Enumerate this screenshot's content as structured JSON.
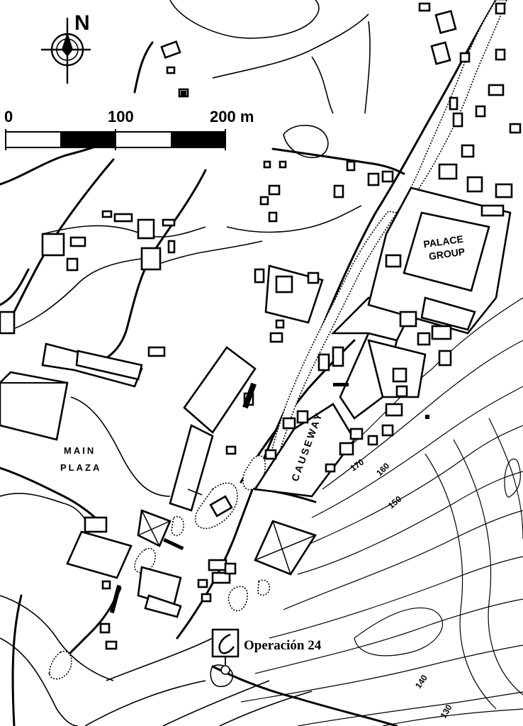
{
  "north": {
    "label": "N"
  },
  "scale": {
    "ticks": [
      "0",
      "100",
      "200 m"
    ],
    "segments": 4
  },
  "labels": {
    "main_plaza": [
      "MAIN",
      "PLAZA"
    ],
    "palace_group": [
      "PALACE",
      "GROUP"
    ],
    "causeway": "CAUSEWAY",
    "operation": "Operación 24"
  },
  "contours": [
    "170",
    "160",
    "150",
    "140",
    "130"
  ],
  "icons": {
    "north_arrow": "compass-north-arrow-icon",
    "operation_marker": "excavation-marker-icon"
  },
  "colors": {
    "ink": "#000000",
    "paper": "#ffffff"
  }
}
